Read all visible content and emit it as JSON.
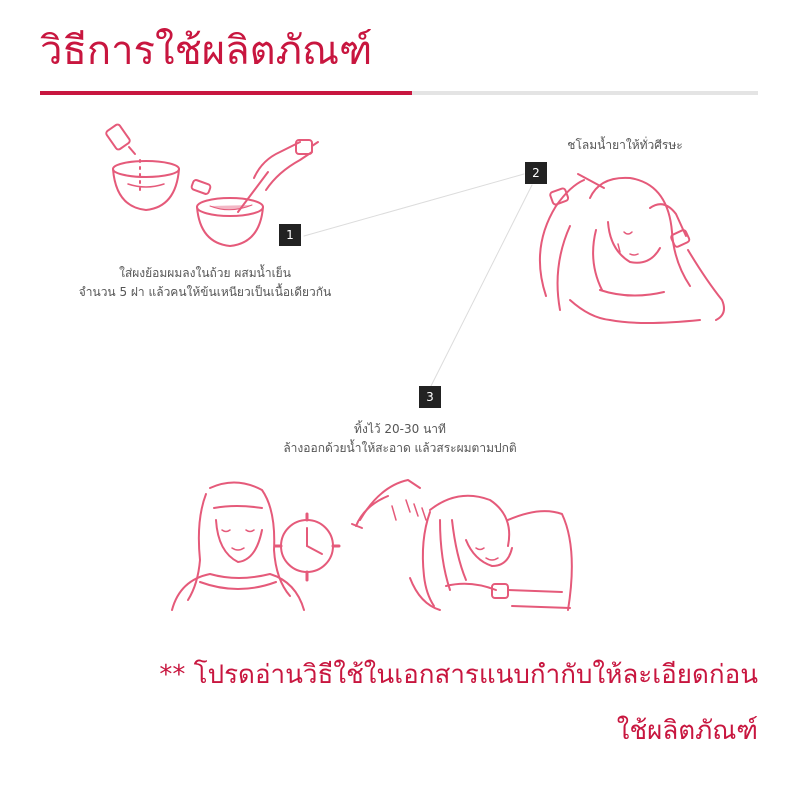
{
  "page": {
    "title": "วิธีการใช้ผลิตภัณฑ์",
    "accent_color": "#c8163f"
  },
  "steps": [
    {
      "number": "1",
      "lines": [
        "ใส่ผงย้อมผมลงในถ้วย ผสมน้ำเย็น",
        "จำนวน 5 ฝา แล้วคนให้ข้นเหนียวเป็นเนื้อเดียวกัน"
      ],
      "illustration": "mixing-bowl-icon"
    },
    {
      "number": "2",
      "lines": [
        "ชโลมน้ำยาให้ทั่วศีรษะ"
      ],
      "illustration": "applying-dye-icon"
    },
    {
      "number": "3",
      "lines": [
        "ทิ้งไว้ 20-30 นาที",
        "ล้างออกด้วยน้ำให้สะอาด แล้วสระผมตามปกติ"
      ],
      "illustration": "rinse-hair-icon"
    }
  ],
  "note": {
    "line1": "** โปรดอ่านวิธีใช้ในเอกสารแนบกำกับให้ละเอียดก่อน",
    "line2": "ใช้ผลิตภัณฑ์"
  }
}
